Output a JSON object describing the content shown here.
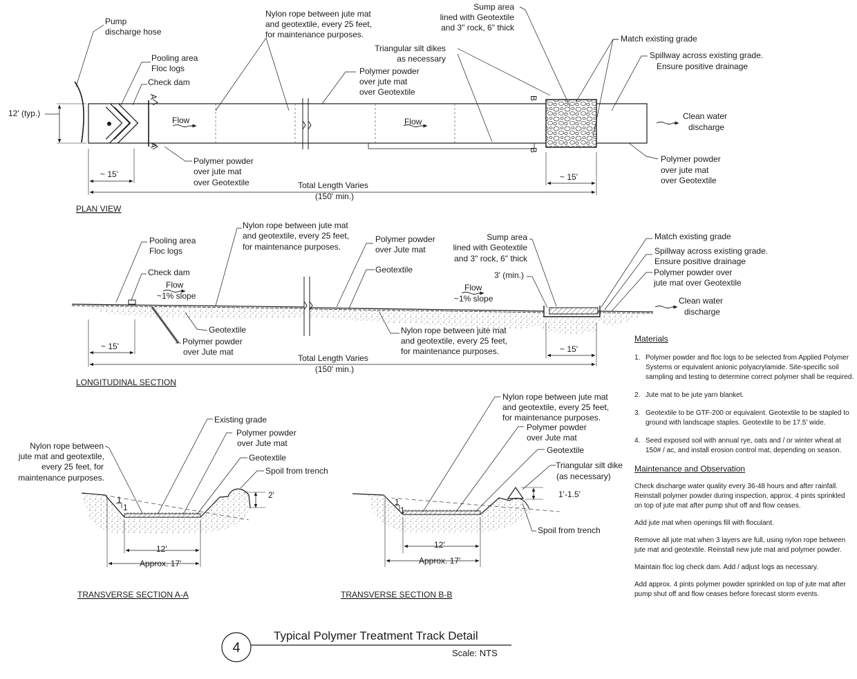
{
  "plan": {
    "pump_hose": [
      "Pump",
      "discharge hose"
    ],
    "pooling": [
      "Pooling area",
      "Floc logs"
    ],
    "check_dam": "Check dam",
    "nylon": [
      "Nylon rope between jute mat",
      "and geotextile, every 25 feet,",
      "for maintenance purposes."
    ],
    "sump": [
      "Sump area",
      "lined with Geotextile",
      "and 3\" rock, 6\" thick"
    ],
    "silt_dikes": [
      "Triangular silt dikes",
      "as necessary"
    ],
    "polymer_top": [
      "Polymer powder",
      "over jute mat",
      "over Geotextile"
    ],
    "match_grade": "Match existing grade",
    "spillway": [
      "Spillway across existing grade.",
      "Ensure positive drainage"
    ],
    "width": "12' (typ.)",
    "flow": "Flow",
    "clean_water": [
      "Clean water",
      "discharge"
    ],
    "polymer_bottom": [
      "Polymer powder",
      "over jute mat",
      "over Geotextile"
    ],
    "polymer_right": [
      "Polymer powder",
      "over jute mat",
      "over Geotextile"
    ],
    "dim_15": "~ 15'",
    "total_length": [
      "Total Length Varies",
      "(150' min.)"
    ],
    "view_title": "PLAN VIEW",
    "marker_a": "A",
    "marker_b": "B"
  },
  "longitudinal": {
    "pooling": [
      "Pooling area",
      "Floc logs"
    ],
    "check_dam": "Check dam",
    "nylon_top": [
      "Nylon rope between jute mat",
      "and geotextile, every 25 feet,",
      "for maintenance purposes."
    ],
    "polymer_top": [
      "Polymer powder",
      "over Jute mat"
    ],
    "geotextile_top": "Geotextile",
    "sump": [
      "Sump area",
      "lined with Geotextile",
      "and 3\" rock, 6\" thick"
    ],
    "sump_depth": "3' (min.)",
    "match_grade": "Match existing grade",
    "spillway": [
      "Spillway across existing grade.",
      "Ensure positive drainage"
    ],
    "polymer_right": [
      "Polymer powder over",
      "jute mat over Geotextile"
    ],
    "flow_left": [
      "Flow",
      "~1% slope"
    ],
    "flow_right": [
      "Flow",
      "~1% slope"
    ],
    "clean_water": [
      "Clean water",
      "discharge"
    ],
    "geotextile_bottom": "Geotextile",
    "polymer_bottom": [
      "Polymer powder",
      "over Jute mat"
    ],
    "nylon_bottom": [
      "Nylon rope between jute mat",
      "and geotextile, every 25 feet,",
      "for maintenance purposes."
    ],
    "dim_15": "~ 15'",
    "total_length": [
      "Total Length Varies",
      "(150' min.)"
    ],
    "view_title": "LONGITUDINAL  SECTION"
  },
  "section_a": {
    "existing_grade": "Existing grade",
    "nylon": [
      "Nylon rope between",
      "jute mat and geotextile,",
      "every 25 feet, for",
      "maintenance purposes."
    ],
    "polymer": [
      "Polymer powder",
      "over Jute mat"
    ],
    "geotextile": "Geotextile",
    "spoil": "Spoil from trench",
    "spoil_height": "2'",
    "slope_rise": "1",
    "slope_run": "1",
    "bottom_width": "12'",
    "top_width": "Approx. 17'",
    "view_title": "TRANSVERSE  SECTION A-A"
  },
  "section_b": {
    "nylon": [
      "Nylon rope between jute mat",
      "and geotextile, every 25 feet,",
      "for maintenance purposes."
    ],
    "polymer": [
      "Polymer powder",
      "over Jute mat"
    ],
    "geotextile": "Geotextile",
    "silt_dike": [
      "Triangular silt dike",
      "(as necessary)"
    ],
    "dike_height": "1'-1.5'",
    "spoil": "Spoil from trench",
    "slope_rise": "1",
    "slope_run": "1",
    "bottom_width": "12'",
    "top_width": "Approx. 17'",
    "view_title": "TRANSVERSE  SECTION B-B"
  },
  "title_block": {
    "number": "4",
    "title": "Typical Polymer Treatment Track Detail",
    "scale": "Scale: NTS"
  },
  "notes": {
    "materials_heading": "Materials",
    "materials": [
      {
        "num": "1.",
        "text": "Polymer powder and floc logs to be selected from Applied Polymer Systems or equivalent anionic polyacrylamide. Site-specific soil sampling and testing to determine correct polymer shall be required."
      },
      {
        "num": "2.",
        "text": "Jute mat to be jute yarn blanket."
      },
      {
        "num": "3.",
        "text": "Geotextile to be GTF-200 or equivalent.  Geotextile to be stapled to ground with landscape staples. Geotextile to be 17.5' wide."
      },
      {
        "num": "4.",
        "text": "Seed exposed soil with annual rye, oats and / or winter wheat at 150# / ac, and install erosion control mat, depending on season."
      }
    ],
    "maintenance_heading": "Maintenance and Observation",
    "maintenance": [
      "Check discharge water quality every 36-48 hours and after rainfall.  Reinstall polymer powder during inspection, approx. 4 pints sprinkled on top of jute mat after pump shut off and flow ceases.",
      "Add jute mat when openings fill with floculant.",
      "Remove all jute mat when 3 layers are full, using nylon rope between jute mat and geotextile.  Reinstall new jute mat and polymer powder.",
      "Maintain floc log check dam.  Add / adjust logs as necessary.",
      "Add approx. 4 pints polymer powder sprinkled on top of jute mat after pump shut off and flow ceases before forecast storm events."
    ]
  }
}
